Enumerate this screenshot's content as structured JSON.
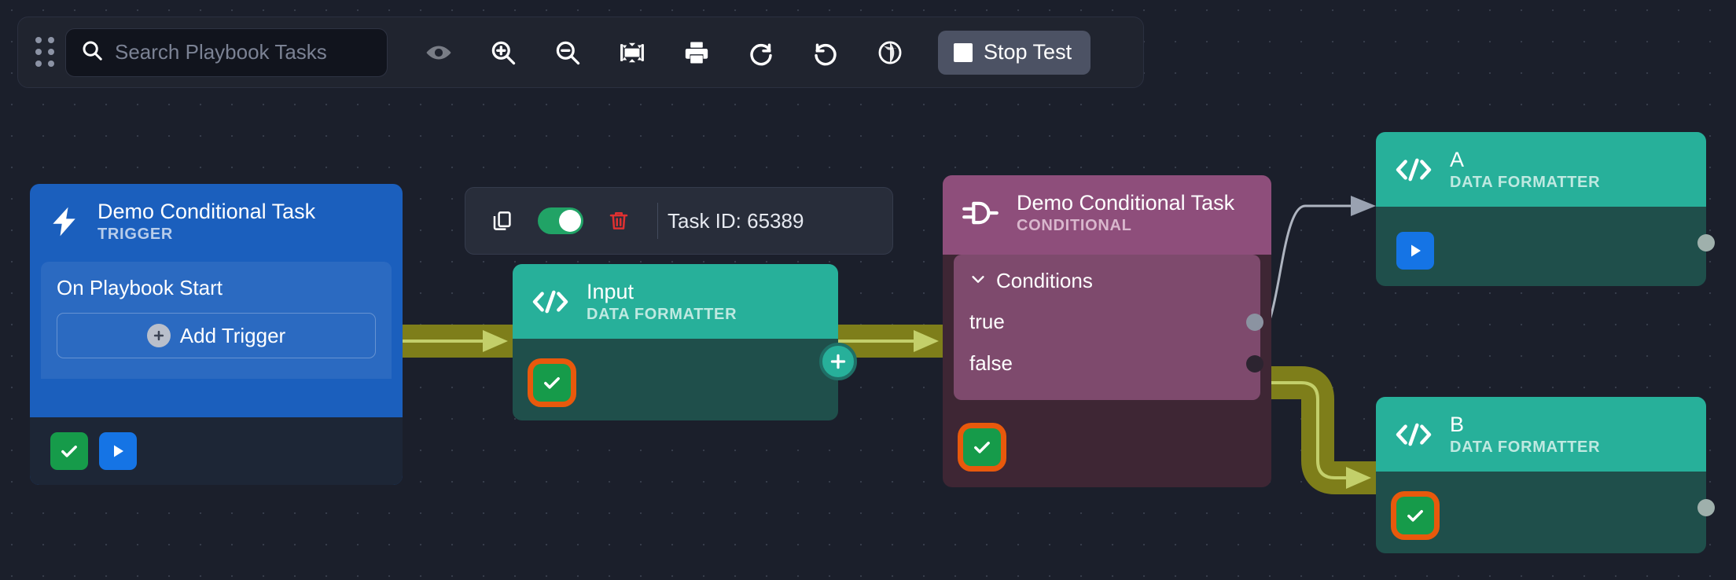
{
  "toolbar": {
    "drag_handle_name": "drag-handle",
    "search": {
      "placeholder": "Search Playbook Tasks",
      "value": "",
      "icon": "search-icon"
    },
    "buttons": [
      {
        "name": "visibility-icon",
        "label": ""
      },
      {
        "name": "zoom-in-icon",
        "label": ""
      },
      {
        "name": "zoom-out-icon",
        "label": ""
      },
      {
        "name": "fit-to-screen-icon",
        "label": ""
      },
      {
        "name": "print-icon",
        "label": ""
      },
      {
        "name": "redo-icon",
        "label": ""
      },
      {
        "name": "undo-icon",
        "label": ""
      },
      {
        "name": "globe-icon",
        "label": ""
      }
    ],
    "stop_test_label": "Stop Test"
  },
  "task_toolbar": {
    "copy_icon": "copy-icon",
    "toggle_state": "on",
    "delete_icon": "trash-icon",
    "task_id_label": "Task ID: 65389"
  },
  "nodes": {
    "trigger": {
      "title": "Demo Conditional Task",
      "subtitle": "TRIGGER",
      "icon": "lightning-bolt-icon",
      "trigger_label": "On Playbook Start",
      "add_trigger_label": "Add Trigger",
      "status_badges": [
        "check",
        "play"
      ]
    },
    "input": {
      "title": "Input",
      "subtitle": "DATA FORMATTER",
      "icon": "code-brackets-icon",
      "status_badges": [
        "check-outlined"
      ]
    },
    "conditional": {
      "title": "Demo Conditional Task",
      "subtitle": "CONDITIONAL",
      "icon": "logic-gate-icon",
      "conditions_label": "Conditions",
      "conditions": [
        {
          "label": "true",
          "port": "grey"
        },
        {
          "label": "false",
          "port": "dark"
        }
      ],
      "status_badges": [
        "check-outlined"
      ]
    },
    "a": {
      "title": "A",
      "subtitle": "DATA FORMATTER",
      "icon": "code-brackets-icon",
      "status_badges": [
        "play"
      ]
    },
    "b": {
      "title": "B",
      "subtitle": "DATA FORMATTER",
      "icon": "code-brackets-icon",
      "status_badges": [
        "check-outlined"
      ]
    }
  },
  "colors": {
    "canvas_bg": "#1b1f2b",
    "trigger_blue": "#1b5fbd",
    "data_formatter_teal": "#27b09a",
    "data_formatter_body": "#1f4f4b",
    "conditional_purple": "#8e4e7b",
    "conditional_body": "#3e2634",
    "edge_highlight": "#7e7e1a",
    "edge_line": "#c3cf6a",
    "edge_idle": "#aeb4c0",
    "status_green": "#169b4a",
    "status_blue": "#1574e5",
    "status_outline_orange": "#e8590c",
    "toggle_on": "#21a366",
    "delete_red": "#e03131"
  }
}
